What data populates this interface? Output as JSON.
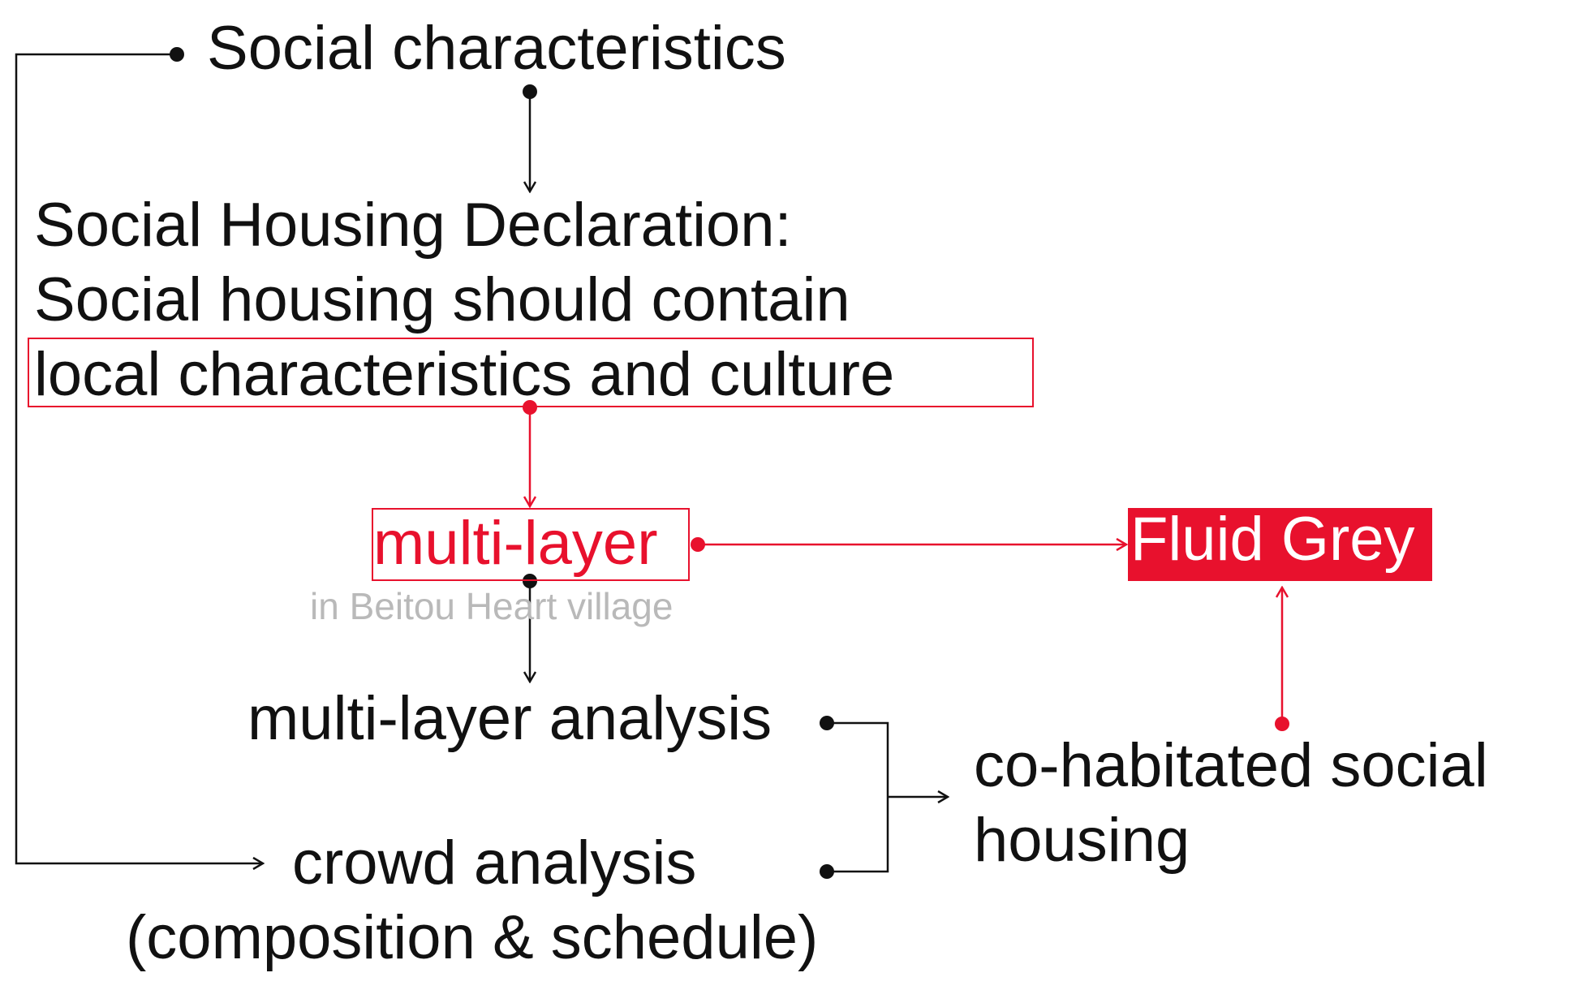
{
  "colors": {
    "accent_red": "#e8112d",
    "text": "#111111",
    "caption_grey": "#b9b9b9"
  },
  "nodes": {
    "social_characteristics": "Social characteristics",
    "declaration_line1": "Social Housing Declaration:",
    "declaration_line2": "Social housing should contain",
    "declaration_line3": "local characteristics and culture",
    "multi_layer": "multi-layer",
    "multi_layer_caption": "in Beitou Heart village",
    "multi_layer_analysis": "multi-layer analysis",
    "crowd_analysis_line1": "crowd analysis",
    "crowd_analysis_line2": "(composition & schedule)",
    "cohabitated_line1": "co-habitated social",
    "cohabitated_line2": "housing",
    "fluid_grey": "Fluid Grey"
  }
}
